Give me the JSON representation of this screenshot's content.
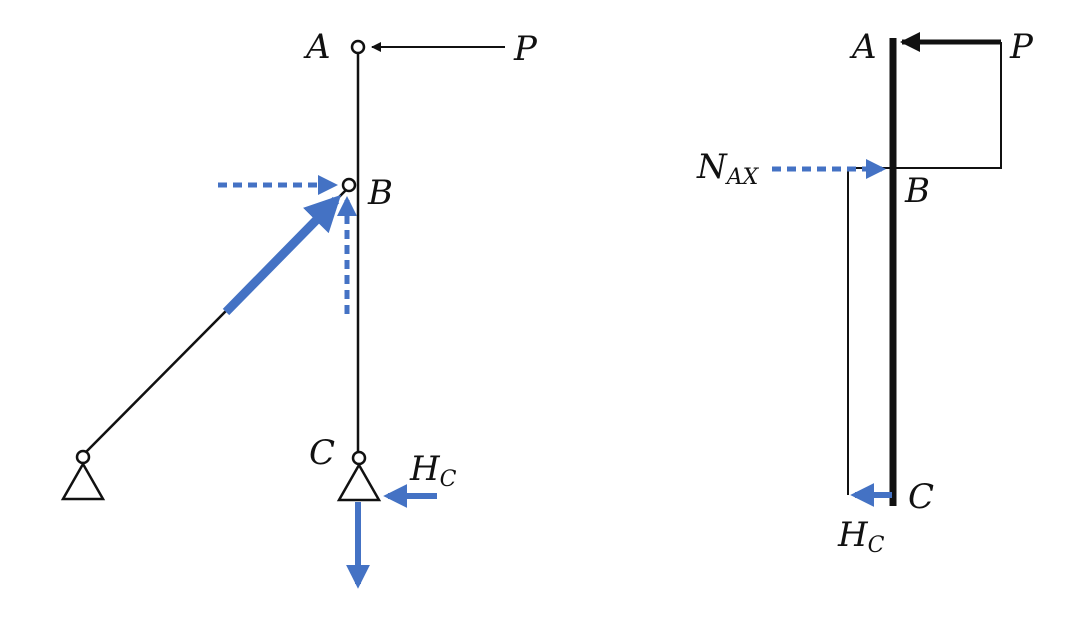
{
  "labels": {
    "left_A": "A",
    "left_P": "P",
    "left_B": "B",
    "left_C": "C",
    "left_H": "H",
    "left_H_sub": "C",
    "right_A": "A",
    "right_P": "P",
    "right_N": "N",
    "right_N_sub": "AX",
    "right_B": "B",
    "right_C": "C",
    "right_H": "H",
    "right_H_sub": "C"
  },
  "colors": {
    "ink": "#111111",
    "accent": "#4472C4"
  }
}
